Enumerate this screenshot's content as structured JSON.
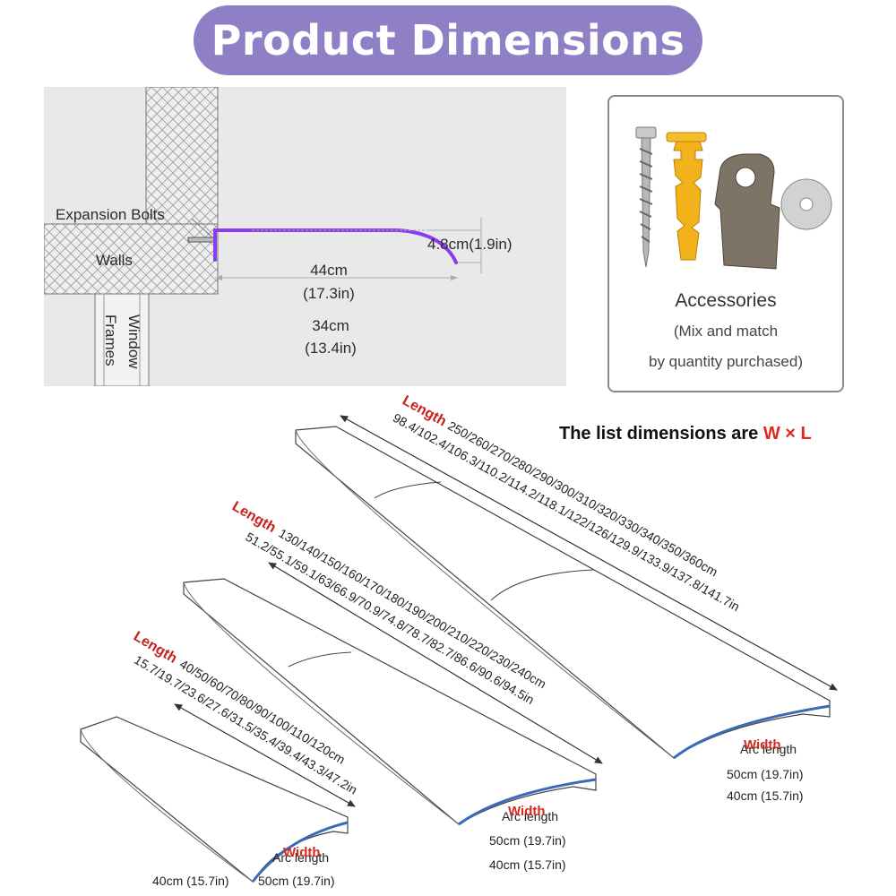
{
  "title": "Product Dimensions",
  "install": {
    "expansion_bolts": "Expansion Bolts",
    "walls": "Walls",
    "window_frames": "Window Frames",
    "height": "4.8cm(1.9in)",
    "depth_cm": "44cm",
    "depth_in": "(17.3in)",
    "inner_cm": "34cm",
    "inner_in": "(13.4in)"
  },
  "accessories": {
    "title": "Accessories",
    "line1": "(Mix and match",
    "line2": "by quantity purchased)",
    "items": [
      "screw-icon",
      "wall-anchor-icon",
      "bracket-icon",
      "washer-icon"
    ]
  },
  "list_dimensions": {
    "prefix": "The list dimensions are ",
    "formula": "W × L"
  },
  "panels": {
    "small": {
      "length_label": "Length",
      "cm": "40/50/60/70/80/90/100/110/120cm",
      "in": "15.7/19.7/23.6/27.6/31.5/35.4/39.4/43.3/47.2in",
      "width_label": "Width",
      "arc_label": "Arc length",
      "sizes": [
        "40cm (15.7in)",
        "50cm (19.7in)"
      ]
    },
    "medium": {
      "length_label": "Length",
      "cm": "130/140/150/160/170/180/190/200/210/220/230/240cm",
      "in": "51.2/55.1/59.1/63/66.9/70.9/74.8/78.7/82.7/86.6/90.6/94.5in",
      "width_label": "Width",
      "arc_label": "Arc length",
      "sizes": [
        "50cm (19.7in)",
        "40cm (15.7in)"
      ]
    },
    "large": {
      "length_label": "Length",
      "cm": "250/260/270/280/290/300/310/320/330/340/350/360cm",
      "in": "98.4/102.4/106.3/110.2/114.2/118.1/122/126/129.9/133.9/137.8/141.7in",
      "width_label": "Width",
      "arc_label": "Arc length",
      "sizes": [
        "50cm (19.7in)",
        "40cm (15.7in)"
      ]
    }
  },
  "colors": {
    "title_bg": "#8f7fc4",
    "canopy_profile": "#8a3cf0",
    "arc_edge": "#3a6ab8",
    "label_red": "#c8201a"
  }
}
